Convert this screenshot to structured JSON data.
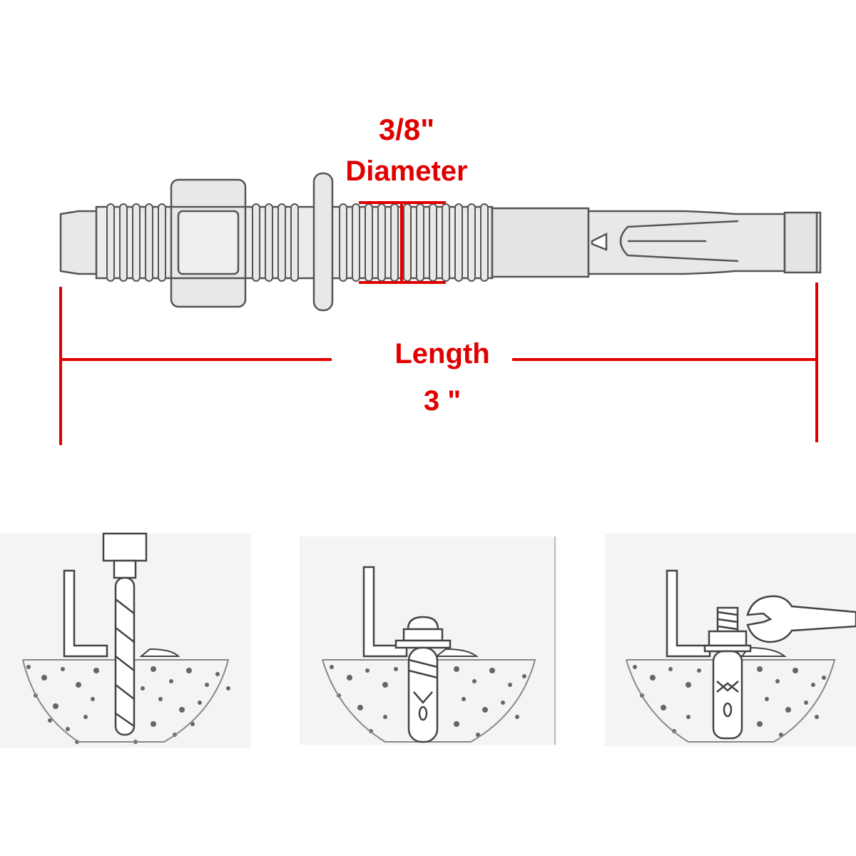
{
  "annotations": {
    "diameter_value": "3/8\"",
    "diameter_label": "Diameter",
    "length_label": "Length",
    "length_value": "3 \""
  },
  "colors": {
    "annotation": "#e00000",
    "drawing_line": "#555555",
    "drawing_fill": "#e8e8e8",
    "panel_background": "#f4f4f4"
  },
  "installation_steps": [
    {
      "step": "drill-hole",
      "icon": "drill-icon"
    },
    {
      "step": "insert-anchor",
      "icon": "anchor-icon"
    },
    {
      "step": "tighten-nut",
      "icon": "wrench-icon"
    }
  ]
}
